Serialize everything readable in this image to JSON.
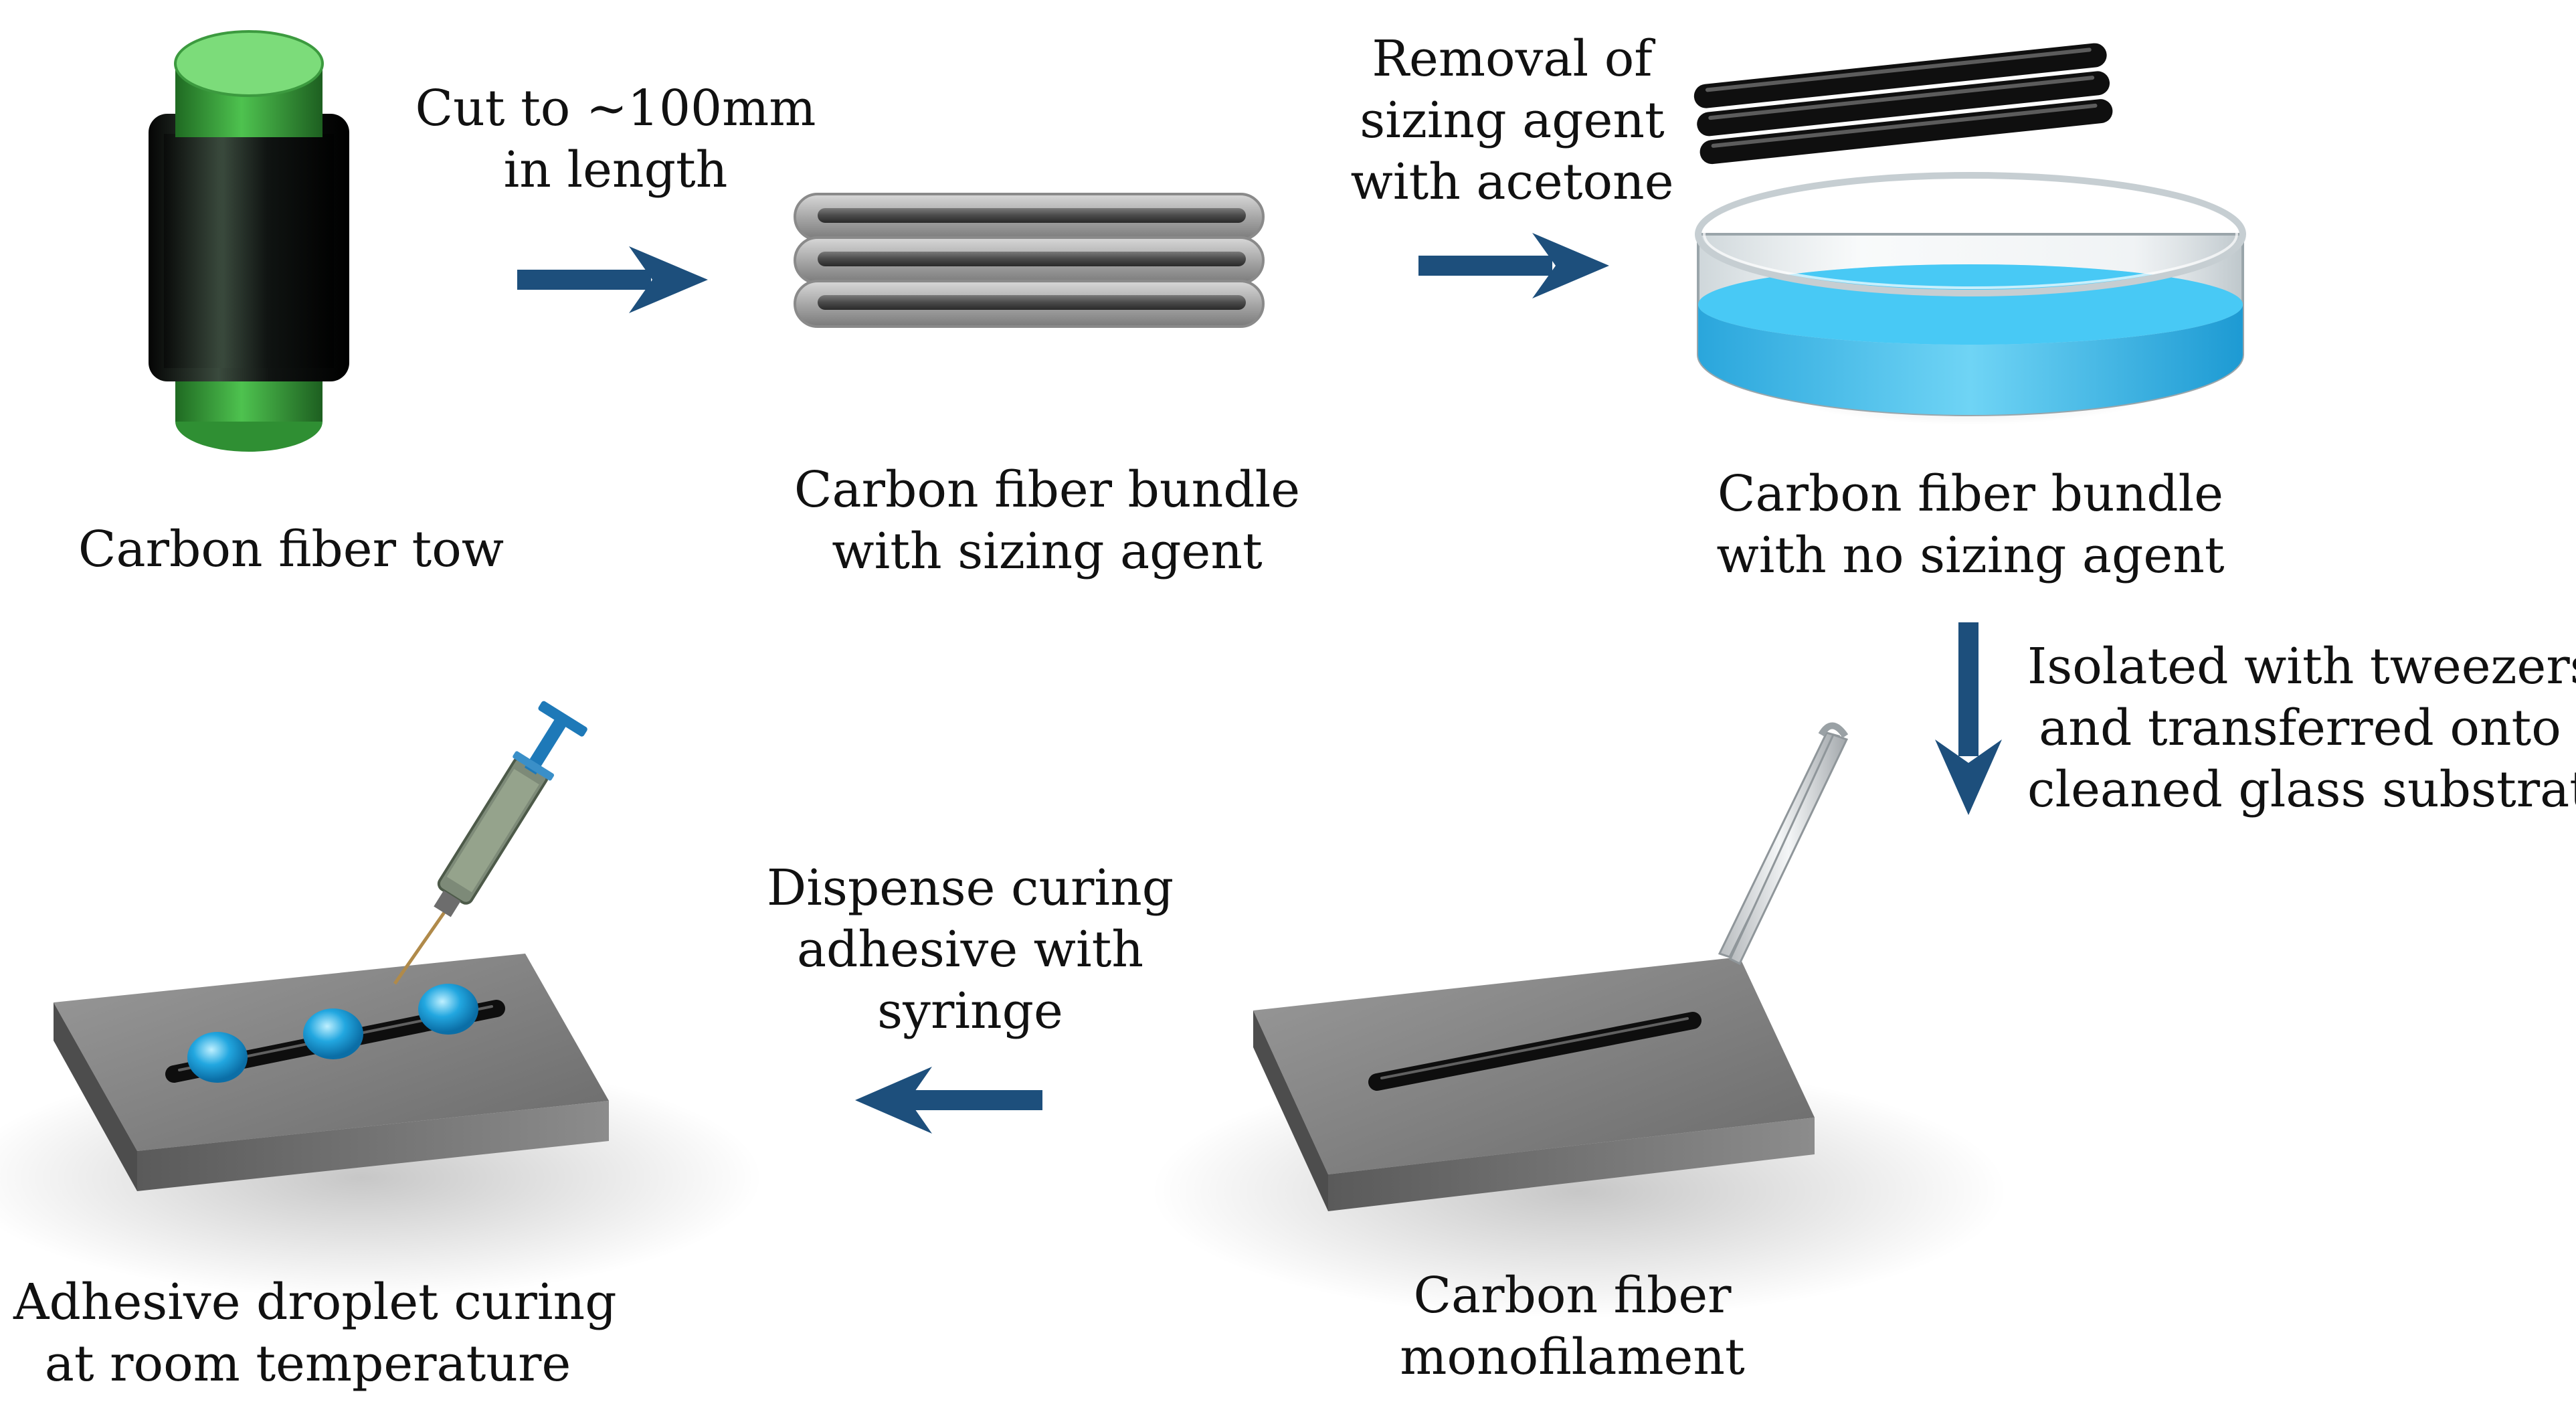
{
  "labels": {
    "tow": {
      "lines": [
        "Carbon fiber tow"
      ]
    },
    "cut_step": {
      "lines": [
        "Cut to ~100mm",
        "in length"
      ]
    },
    "bundle_sized": {
      "lines": [
        "Carbon fiber bundle",
        "with sizing agent"
      ]
    },
    "removal_step": {
      "lines": [
        "Removal of",
        "sizing agent",
        "with acetone"
      ]
    },
    "bundle_clean": {
      "lines": [
        "Carbon fiber bundle",
        "with no sizing agent"
      ]
    },
    "isolate_step": {
      "lines": [
        "Isolated with tweezers",
        "and transferred onto",
        "cleaned glass substrate"
      ]
    },
    "monofilament": {
      "lines": [
        "Carbon fiber",
        "monofilament"
      ]
    },
    "dispense_step": {
      "lines": [
        "Dispense curing",
        "adhesive with",
        "syringe"
      ]
    },
    "curing": {
      "lines": [
        "Adhesive droplet curing",
        "at room temperature"
      ]
    }
  },
  "colors": {
    "arrow": "#1d4f7c",
    "spool_green": "#4caf50",
    "fiber": "#151515",
    "acetone": "#1fb2e6",
    "substrate": "#6e6e6e",
    "droplet": "#22a7e0"
  },
  "icons": [
    "spool-icon",
    "fiber-bundle-icon",
    "acetone-dish-icon",
    "tweezers-icon",
    "syringe-icon",
    "glass-substrate-icon",
    "adhesive-droplet-icon"
  ]
}
